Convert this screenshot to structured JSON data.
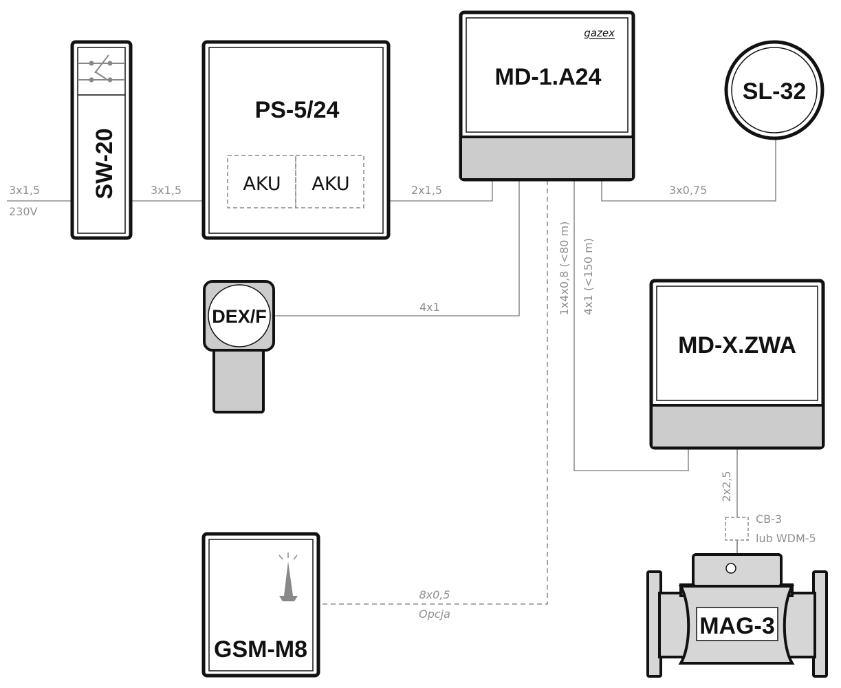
{
  "devices": {
    "sw20": {
      "label": "SW-20"
    },
    "ps": {
      "label": "PS-5/24",
      "battery1": "AKU",
      "battery2": "AKU"
    },
    "md1": {
      "label": "MD-1.A24",
      "brand": "gazex"
    },
    "sl32": {
      "label": "SL-32"
    },
    "dexf": {
      "label": "DEX/F"
    },
    "mdx": {
      "label": "MD-X.ZWA"
    },
    "gsm": {
      "label": "GSM-M8"
    },
    "mag3": {
      "label": "MAG-3"
    }
  },
  "cables": {
    "mains": "3x1,5",
    "mains_voltage": "230V",
    "sw_to_ps": "3x1,5",
    "ps_to_md1": "2x1,5",
    "md1_to_sl32": "3x0,75",
    "md1_to_dexf": "4x1",
    "md1_to_gsm_option": "1x4x0,8 (<80 m)",
    "md1_to_mdx": "4x1 (<150 m)",
    "gsm_cable": "8x0,5",
    "gsm_cable_note": "Opcja",
    "mdx_to_mag3": "2x2,5",
    "mag3_box_1": "CB-3",
    "mag3_box_2": "lub WDM-5"
  },
  "colors": {
    "outline": "#111111",
    "panel_gray": "#cccccc",
    "wire": "#8f8f8f",
    "valve_gray": "#d6d6d6"
  }
}
